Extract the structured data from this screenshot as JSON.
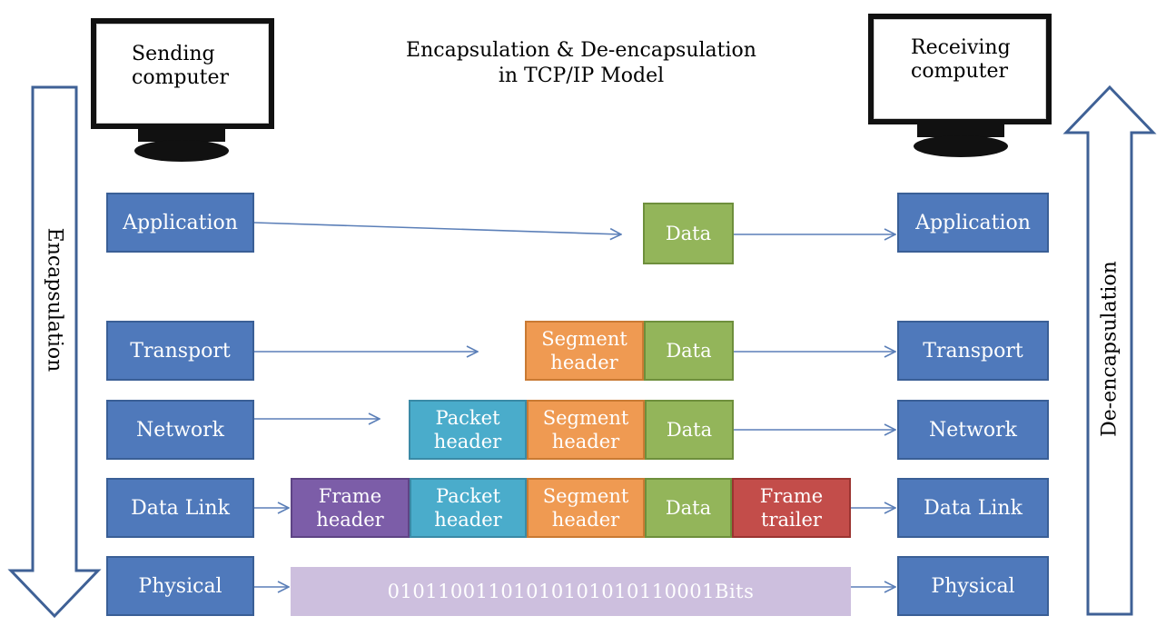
{
  "title": {
    "line1": "Encapsulation & De-encapsulation",
    "line2": "in TCP/IP Model"
  },
  "sending": {
    "line1": "Sending",
    "line2": "computer"
  },
  "receiving": {
    "line1": "Receiving",
    "line2": "computer"
  },
  "encapsulation_label": "Encapsulation",
  "deencapsulation_label": "De-encapsulation",
  "layers": [
    "Application",
    "Transport",
    "Network",
    "Data Link",
    "Physical"
  ],
  "blocks": {
    "data": "Data",
    "segment_l1": "Segment",
    "segment_l2": "header",
    "packet_l1": "Packet",
    "packet_l2": "header",
    "frame_l1": "Frame",
    "frame_l2": "header",
    "trailer_l1": "Frame",
    "trailer_l2": "trailer",
    "bits": "01011001101010101010110001Bits"
  },
  "colors": {
    "layer": "#4f79bb",
    "data": "#93b55a",
    "segment": "#ef9a52",
    "packet": "#4aaccb",
    "frame": "#7c5da8",
    "trailer": "#c34d4a",
    "bits": "#cdbfde",
    "arrow": "#5b7fb8"
  }
}
